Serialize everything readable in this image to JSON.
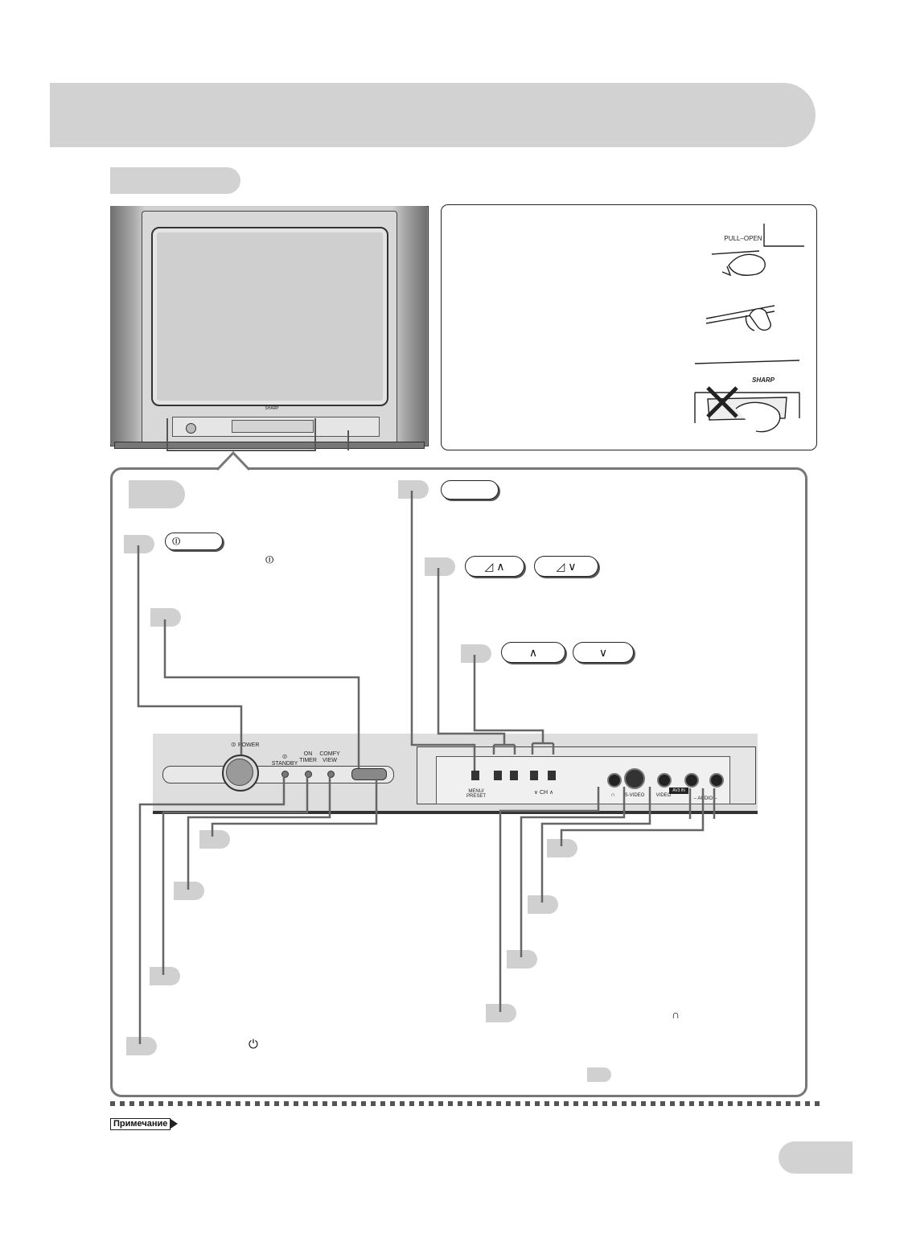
{
  "tv": {
    "logo": "SHARP"
  },
  "inset": {
    "pull_open": "PULL–OPEN",
    "brand": "SHARP"
  },
  "panel": {
    "power_label": "POWER",
    "standby_label": "STANDBY",
    "on_timer_label": [
      "ON",
      "TIMER"
    ],
    "comfy_view_label": [
      "COMFY",
      "VIEW"
    ],
    "menu_label": [
      "MENU/",
      "PRESET"
    ],
    "ch_label": "CH",
    "headphone_symbol": "∩",
    "svideo_label": "S-VIDEO",
    "video_label": "VIDEO",
    "av_in_label": "AV3 IN",
    "audio_label": "– AUDIO –"
  },
  "keys": {
    "power_symbol": "⏼",
    "vol_up": "◿ ∧",
    "vol_down": "◿ ∨",
    "ch_up": "∧",
    "ch_down": "∨"
  },
  "inline_symbols": {
    "power": "⏼",
    "standby": "⏻",
    "headphones": "∩"
  },
  "note_label": "Примечание",
  "colors": {
    "tab_gray": "#d2d2d2",
    "tv_bezel": "#8a8a8a",
    "panel_gray": "#dedede"
  }
}
